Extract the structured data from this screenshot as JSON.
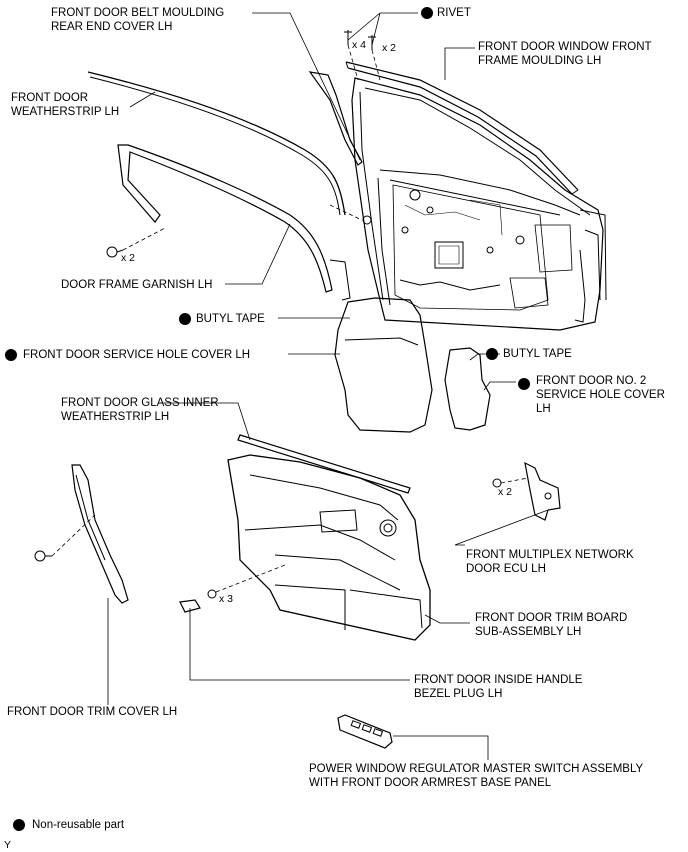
{
  "labels": {
    "belt_moulding_cover": "FRONT DOOR BELT MOULDING\nREAR END COVER LH",
    "rivet": "RIVET",
    "window_frame_moulding": "FRONT DOOR WINDOW FRONT\nFRAME MOULDING LH",
    "weatherstrip": "FRONT DOOR\nWEATHERSTRIP LH",
    "frame_garnish": "DOOR FRAME GARNISH LH",
    "butyl_tape_1": "BUTYL TAPE",
    "service_hole_cover": "FRONT DOOR SERVICE HOLE COVER LH",
    "butyl_tape_2": "BUTYL TAPE",
    "service_hole_cover_no2": "FRONT DOOR NO. 2\nSERVICE HOLE COVER\nLH",
    "glass_inner_weatherstrip": "FRONT DOOR GLASS INNER\nWEATHERSTRIP LH",
    "multiplex_ecu": "FRONT MULTIPLEX NETWORK\nDOOR ECU LH",
    "trim_board": "FRONT DOOR TRIM BOARD\nSUB-ASSEMBLY LH",
    "inside_handle_bezel": "FRONT DOOR INSIDE HANDLE\nBEZEL PLUG LH",
    "trim_cover": "FRONT DOOR TRIM COVER LH",
    "master_switch": "POWER WINDOW REGULATOR MASTER SWITCH ASSEMBLY\nWITH FRONT DOOR ARMREST BASE PANEL",
    "legend_non_reusable": "Non-reusable part",
    "corner_mark": "Y"
  },
  "quantities": {
    "rivet_x4": "x 4",
    "rivet_x2": "x 2",
    "garnish_clip_x2": "x 2",
    "ecu_bolt_x2": "x 2",
    "trim_screw_x3": "x 3"
  }
}
